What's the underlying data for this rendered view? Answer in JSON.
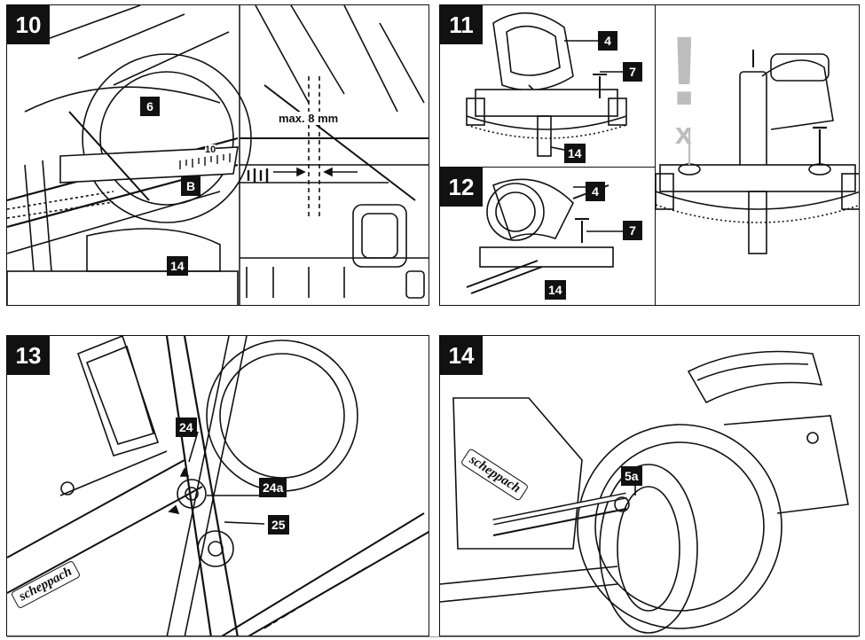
{
  "figures": [
    {
      "number": "10",
      "labels": {
        "part_6": "6",
        "part_b": "B",
        "part_14": "14",
        "scale_10": "10"
      },
      "note": "max. 8 mm"
    },
    {
      "number": "11",
      "labels": {
        "part_4": "4",
        "part_7": "7",
        "part_14": "14"
      }
    },
    {
      "number": "12",
      "labels": {
        "part_4": "4",
        "part_7": "7",
        "part_14": "14"
      }
    },
    {
      "warning_symbol": "!",
      "warning_cross": "x"
    },
    {
      "number": "13",
      "labels": {
        "part_24": "24",
        "part_24a": "24a",
        "part_25": "25"
      },
      "brand": "scheppach"
    },
    {
      "number": "14",
      "labels": {
        "part_5a": "5a"
      },
      "brand": "scheppach"
    }
  ],
  "colors": {
    "ink": "#111111",
    "warning_grey": "#bdbdbd",
    "paper": "#ffffff"
  }
}
